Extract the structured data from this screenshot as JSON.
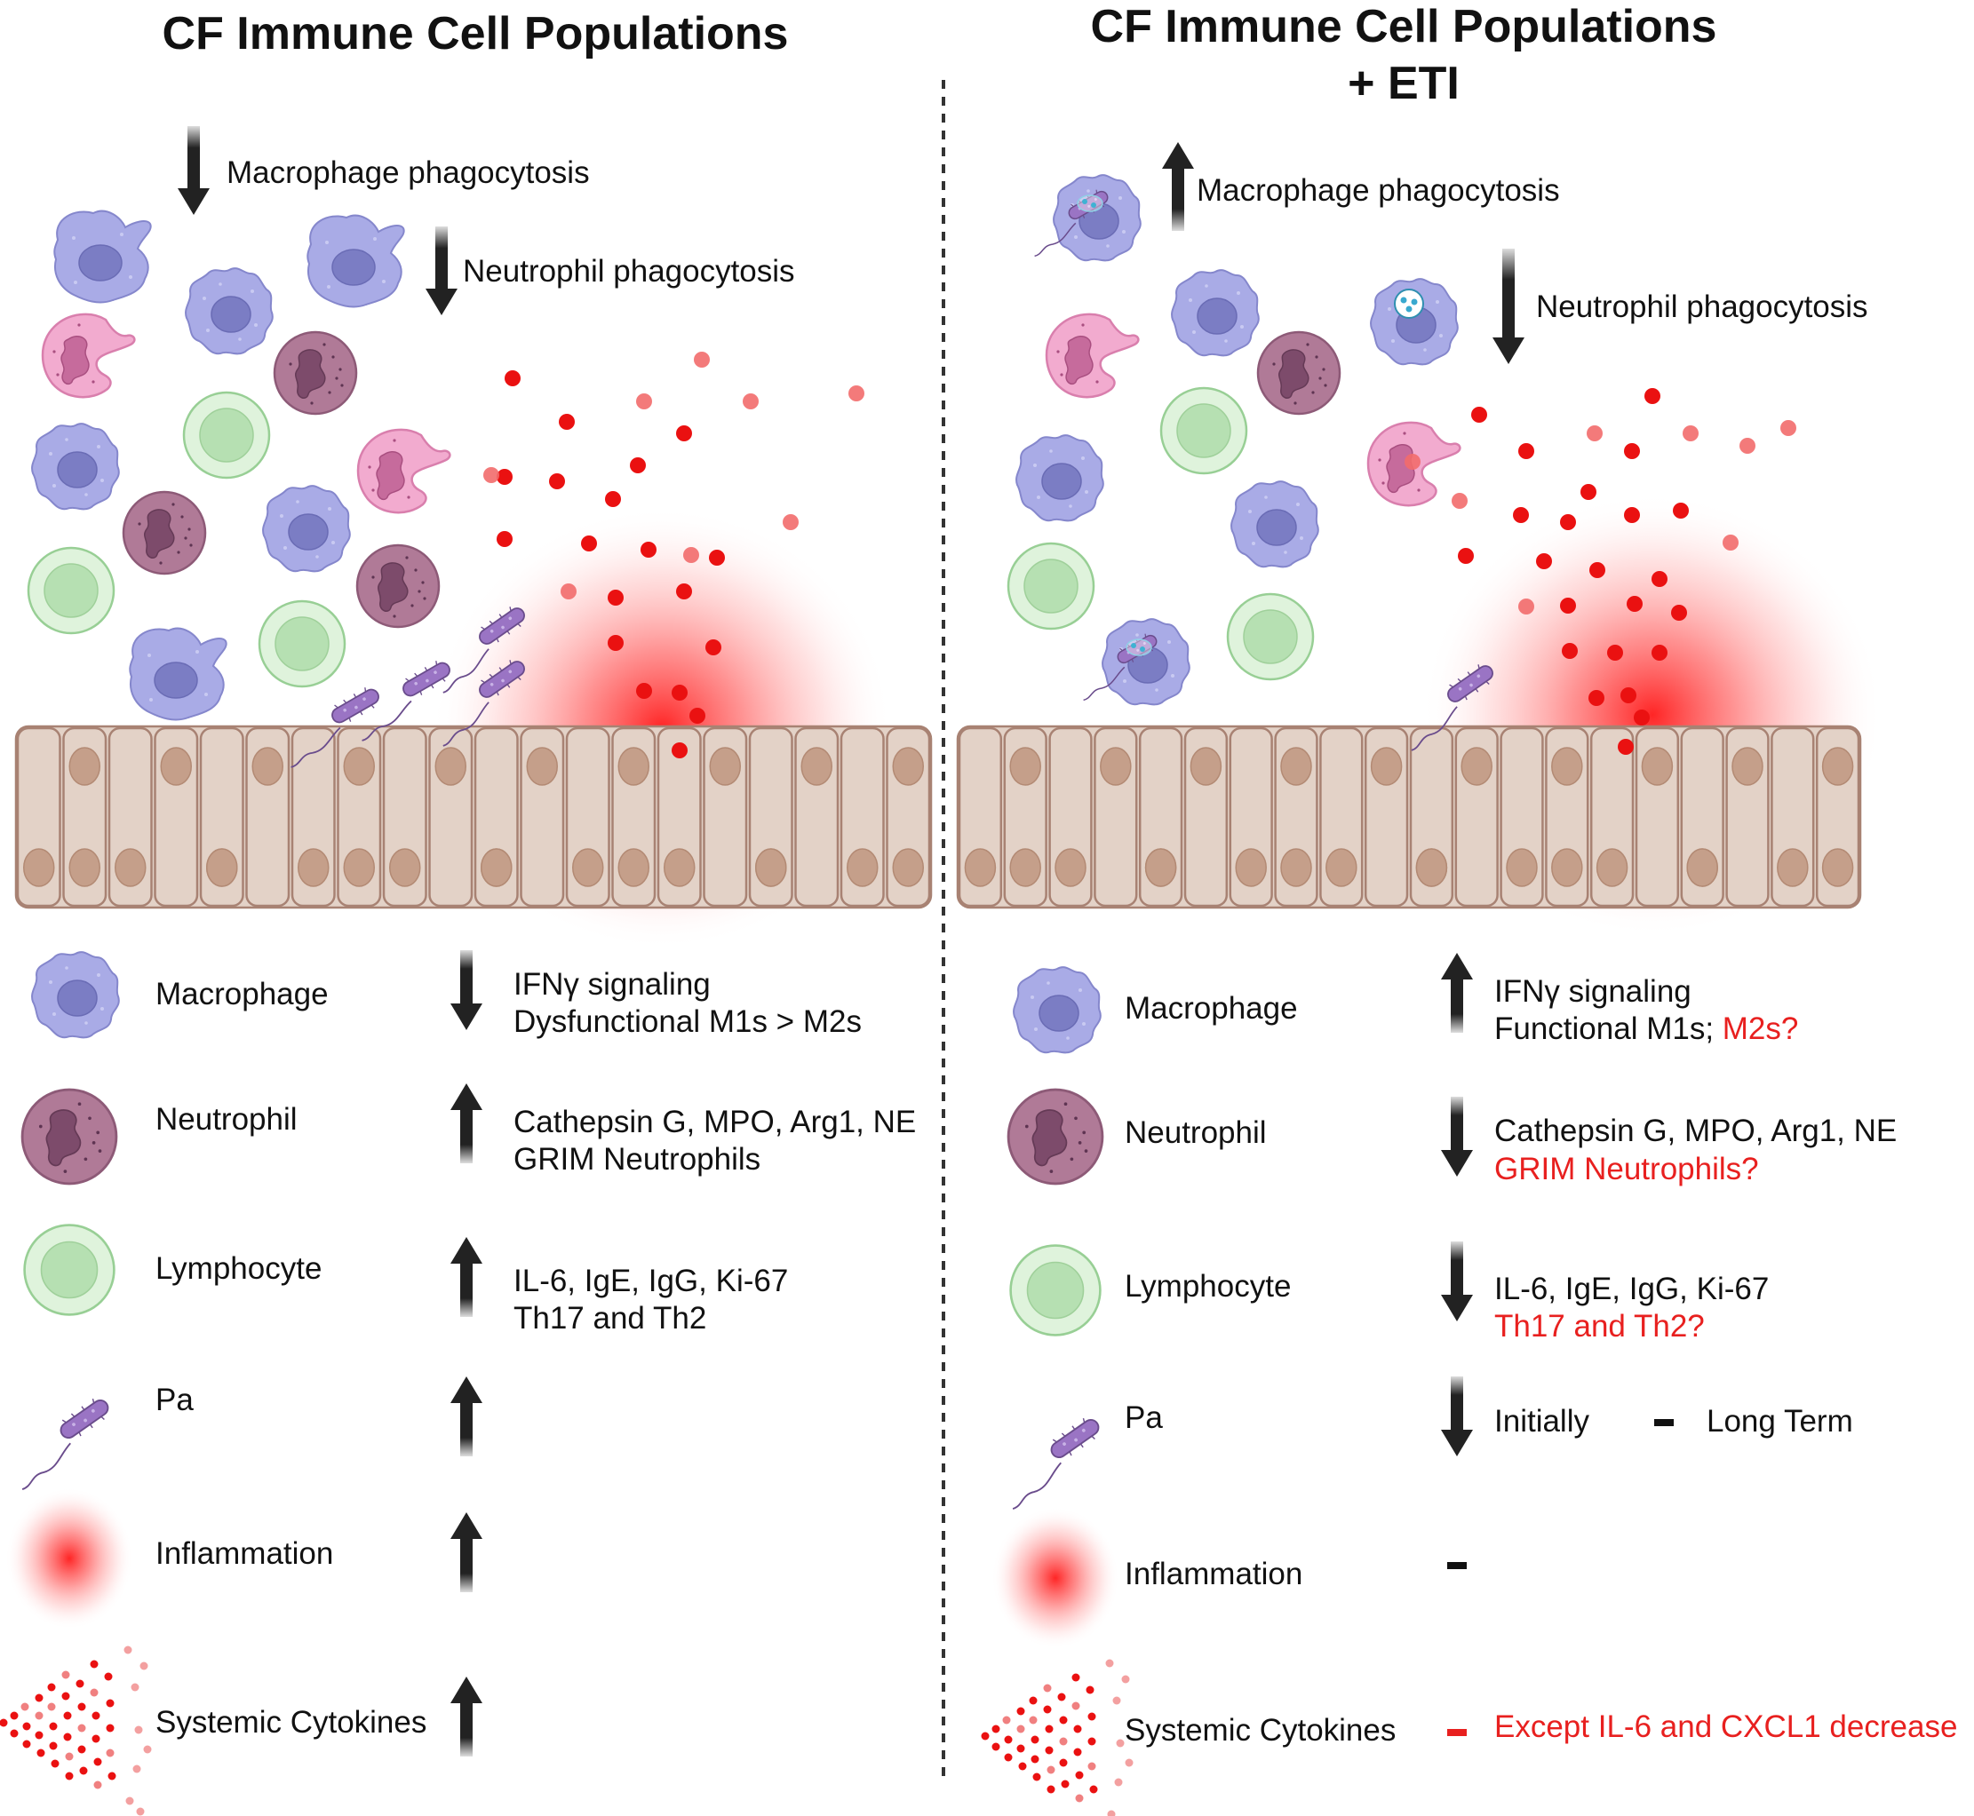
{
  "colors": {
    "macrophage": "#a7a9e3",
    "neutrophil": "#b07a97",
    "neutrophil_pink": "#f0a9cd",
    "lymphocyte": "#cdeccc",
    "epithelium": "#e3d2c7",
    "epithelium_border": "#a88273",
    "nucleus": "#c59f8a",
    "cytokine": "#ea1111",
    "question_red": "#e8201f"
  },
  "left": {
    "title": "CF Immune Cell Populations",
    "scene": {
      "macrophage_phagocytosis": "Macrophage phagocytosis",
      "macrophage_phagocytosis_direction": "down",
      "neutrophil_phagocytosis": "Neutrophil phagocytosis",
      "neutrophil_phagocytosis_direction": "down"
    },
    "legend": [
      {
        "cell": "Macrophage",
        "icon": "macrophage-icon",
        "direction": "down",
        "lines": [
          "IFNγ signaling",
          "Dysfunctional M1s > M2s"
        ]
      },
      {
        "cell": "Neutrophil",
        "icon": "neutrophil-icon",
        "direction": "up",
        "lines": [
          "Cathepsin G, MPO, Arg1, NE",
          "GRIM Neutrophils"
        ]
      },
      {
        "cell": "Lymphocyte",
        "icon": "lymphocyte-icon",
        "direction": "up",
        "lines": [
          "IL-6, IgE, IgG, Ki-67",
          "Th17 and Th2"
        ]
      },
      {
        "cell": "Pa",
        "icon": "bacterium-icon",
        "direction": "up",
        "lines": []
      },
      {
        "cell": "Inflammation",
        "icon": "inflammation-icon",
        "direction": "up",
        "lines": []
      },
      {
        "cell": "Systemic Cytokines",
        "icon": "cytokines-icon",
        "direction": "up",
        "lines": []
      }
    ]
  },
  "right": {
    "title_line1": "CF Immune Cell Populations",
    "title_line2": "+ ETI",
    "scene": {
      "macrophage_phagocytosis": "Macrophage phagocytosis",
      "macrophage_phagocytosis_direction": "up",
      "neutrophil_phagocytosis": "Neutrophil phagocytosis",
      "neutrophil_phagocytosis_direction": "down"
    },
    "legend": [
      {
        "cell": "Macrophage",
        "icon": "macrophage-icon",
        "direction": "up",
        "line1": "IFNγ signaling",
        "line2_black": "Functional M1s; ",
        "line2_red": "M2s?"
      },
      {
        "cell": "Neutrophil",
        "icon": "neutrophil-icon",
        "direction": "down",
        "line1": "Cathepsin G, MPO, Arg1, NE",
        "line2_red": "GRIM Neutrophils?"
      },
      {
        "cell": "Lymphocyte",
        "icon": "lymphocyte-icon",
        "direction": "down",
        "line1": "IL-6, IgE, IgG, Ki-67",
        "line2_red": "Th17 and Th2?"
      },
      {
        "cell": "Pa",
        "icon": "bacterium-icon",
        "direction": "down",
        "initially": "Initially",
        "long_term": "Long Term"
      },
      {
        "cell": "Inflammation",
        "icon": "inflammation-icon",
        "direction": "unchanged"
      },
      {
        "cell": "Systemic Cytokines",
        "icon": "cytokines-icon",
        "direction": "unchanged",
        "note_red": "Except IL-6 and CXCL1 decrease"
      }
    ]
  }
}
